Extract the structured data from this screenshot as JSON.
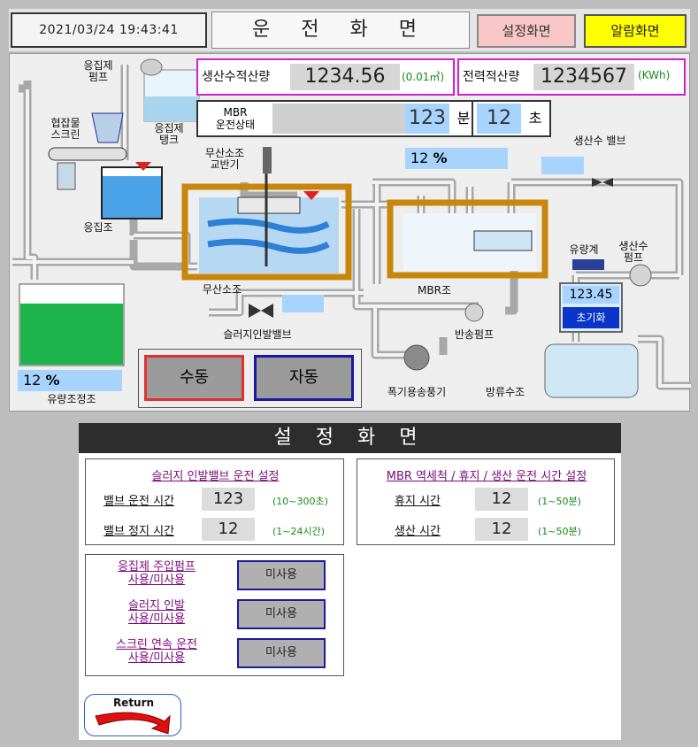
{
  "header": {
    "datetime": "2021/03/24   19:43:41",
    "title": "운 전 화 면",
    "setting_button": "설정화면",
    "alarm_button": "알람화면"
  },
  "process": {
    "production_flow": {
      "label": "생산수적산량",
      "value": "1234.56",
      "unit": "(0.01㎥)"
    },
    "power_total": {
      "label": "전력적산량",
      "value": "1234567",
      "unit": "(KWh)"
    },
    "mbr_status": {
      "label_line1": "MBR",
      "label_line2": "운전상태",
      "minutes_value": "123",
      "minutes_unit": "분",
      "seconds_value": "12",
      "seconds_unit": "초"
    },
    "percent_center": {
      "value": "12",
      "unit": "%"
    },
    "percent_left": {
      "value": "12",
      "unit": "%"
    },
    "labels": {
      "coagulant_pump_1": "응집제",
      "coagulant_pump_2": "펌프",
      "coagulant_tank_1": "응집제",
      "coagulant_tank_2": "탱크",
      "screen_1": "협잡물",
      "screen_2": "스크린",
      "coag_tank": "응집조",
      "mixer_1": "무산소조",
      "mixer_2": "교반기",
      "anoxic": "무산소조",
      "mbr_tank": "MBR조",
      "return_pump": "반송펌프",
      "blower": "폭기용송풍기",
      "discharge": "방류수조",
      "sludge_valve": "슬러지인발밸브",
      "flow_tank": "유량조정조",
      "product_valve": "생산수 밸브",
      "flowmeter": "유량계",
      "product_pump_1": "생산수",
      "product_pump_2": "펌프"
    },
    "flowmeter_value": "123.45",
    "reset_button": "초기화",
    "manual_button": "수동",
    "auto_button": "자동"
  },
  "settings": {
    "title": "설 정 화 면",
    "group1": {
      "title": "슬러지 인발밸브 운전 설정",
      "rows": [
        {
          "label": "밸브 운전 시간",
          "value": "123",
          "range": "(10~300초)"
        },
        {
          "label": "밸브 정지 시간",
          "value": "12",
          "range": "(1~24시간)"
        }
      ]
    },
    "group2": {
      "title": "MBR 역세척 / 휴지 / 생산 운전 시간 설정",
      "rows": [
        {
          "label": "휴지 시간",
          "value": "12",
          "range": "(1~50분)"
        },
        {
          "label": "생산 시간",
          "value": "12",
          "range": "(1~50분)"
        }
      ]
    },
    "group3": {
      "rows": [
        {
          "line1": "응집제 주입펌프",
          "line2": "사용/미사용",
          "button": "미사용"
        },
        {
          "line1": "슬러지 인발",
          "line2": "사용/미사용",
          "button": "미사용"
        },
        {
          "line1": "스크린 연속 운전",
          "line2": "사용/미사용",
          "button": "미사용"
        }
      ]
    },
    "return_button": "Return"
  },
  "colors": {
    "water_blue": "#4aa3e8",
    "pipe": "#dcdcdc",
    "tank_frame": "#c8860a",
    "green": "#1bb34a",
    "highlight_magenta": "#d020d0"
  }
}
